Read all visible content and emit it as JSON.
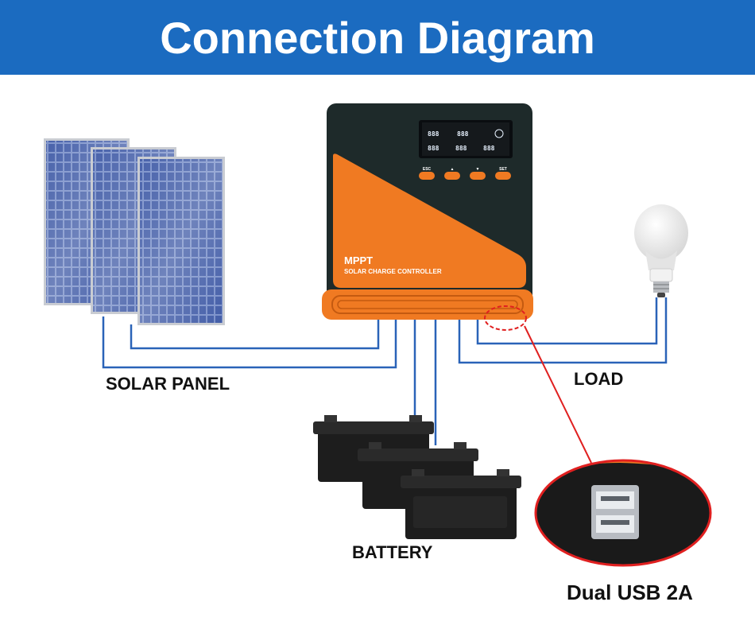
{
  "title": "Connection Diagram",
  "labels": {
    "solar_panel": "SOLAR PANEL",
    "load": "LOAD",
    "battery": "BATTERY",
    "usb": "Dual USB 2A"
  },
  "controller": {
    "model": "MPPT",
    "subtitle": "SOLAR CHARGE CONTROLLER",
    "buttons": [
      "ESC",
      "▲",
      "▼",
      "SET"
    ],
    "lcd_digits": "888"
  },
  "colors": {
    "banner": "#1b6bc0",
    "controller_body": "#1e2a2a",
    "controller_accent": "#f07a22",
    "wire": "#2a63b8",
    "callout": "#e02020"
  }
}
